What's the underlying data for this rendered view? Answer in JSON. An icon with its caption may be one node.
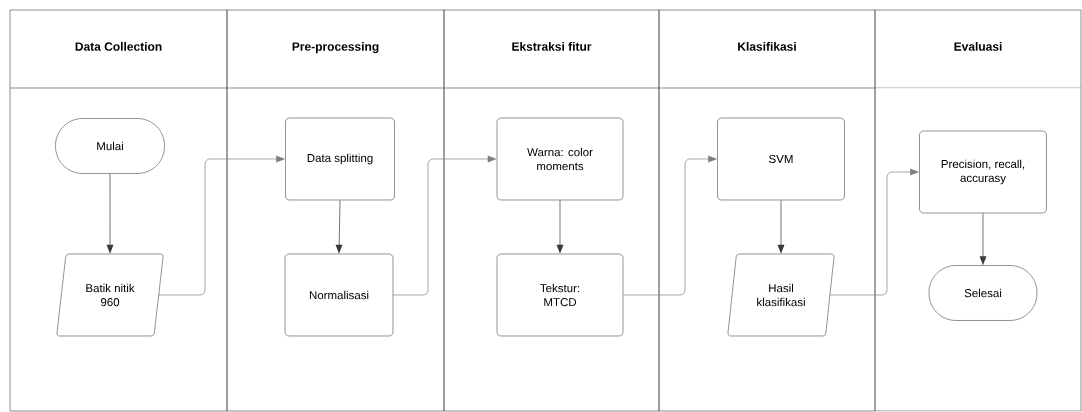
{
  "diagram": {
    "nodes": [
      {
        "text": [
          "Data Collection"
        ]
      },
      {
        "text": [
          "Mulai"
        ],
        "in": 0
      },
      {
        "text": [
          "Batik nitik 960"
        ],
        "in": 0
      },
      {
        "text": [
          "Pre-processing"
        ]
      },
      {
        "text": [
          "Data splitting"
        ],
        "in": 3
      },
      {
        "text": [
          "Normalisasi"
        ],
        "in": 3
      },
      {
        "text": [
          "Ekstraksi fitur"
        ]
      },
      {
        "text": [
          "Warna: color moments"
        ],
        "in": 6
      },
      {
        "text": [
          "Tekstur: MTCD"
        ],
        "in": 6
      },
      {
        "text": [
          "Klasifikasi"
        ]
      },
      {
        "text": [
          "SVM"
        ],
        "in": 9
      },
      {
        "text": [
          "Hasil klasifikasi"
        ],
        "in": 9
      },
      {
        "text": [
          "Evaluasi"
        ]
      },
      {
        "text": [
          "Precision, recall, accurasy"
        ],
        "in": 12
      },
      {
        "text": [
          "Selesai"
        ],
        "in": 12
      }
    ],
    "edges": [
      {
        "from": 1,
        "to": 2,
        "arrow": "to"
      },
      {
        "from": 2,
        "to": 4,
        "arrow": "to",
        "color": "#808080"
      },
      {
        "from": 4,
        "to": 5,
        "arrow": "to"
      },
      {
        "from": 5,
        "to": 7,
        "arrow": "to",
        "color": "#808080"
      },
      {
        "from": 7,
        "to": 8,
        "arrow": "to"
      },
      {
        "from": 8,
        "to": 10,
        "arrow": "to",
        "color": "#808080"
      },
      {
        "from": 10,
        "to": 11,
        "arrow": "to"
      },
      {
        "from": 11,
        "to": 13,
        "arrow": "to",
        "color": "#808080"
      },
      {
        "from": 13,
        "to": 14,
        "arrow": "to"
      }
    ]
  }
}
